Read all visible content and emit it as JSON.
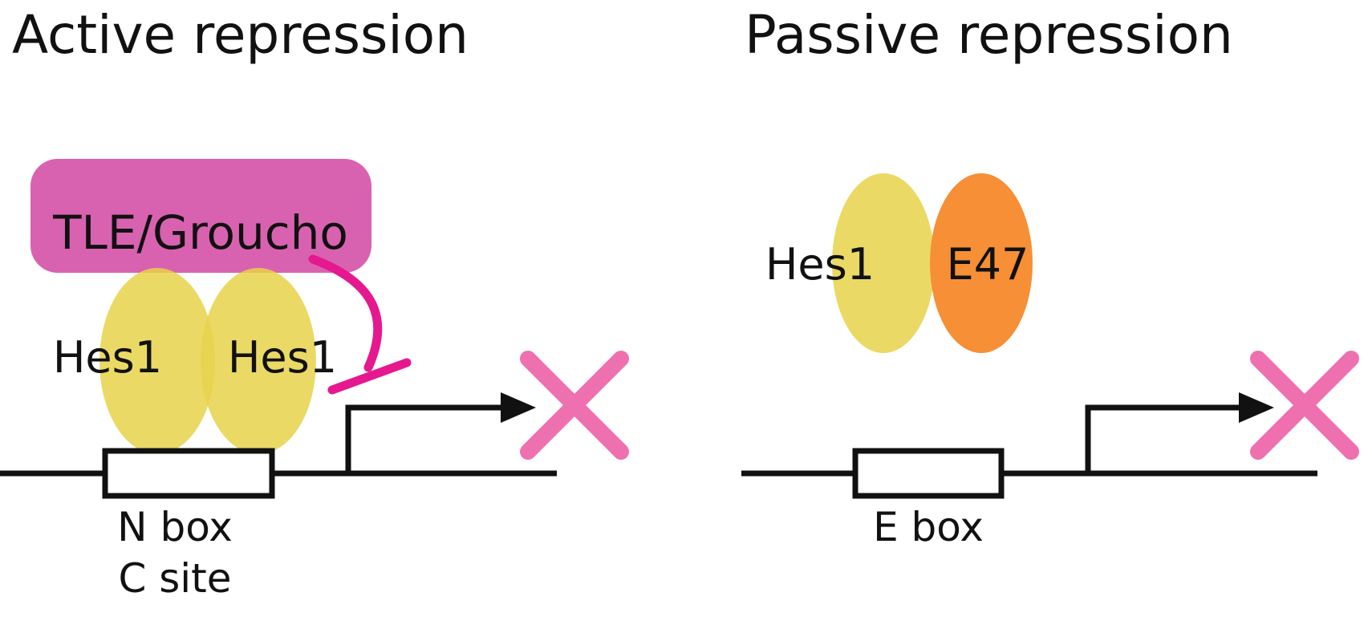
{
  "figure": {
    "left_panel": {
      "title": "Active repression",
      "corepressor_label": "TLE/Groucho",
      "protein_left_label": "Hes1",
      "protein_right_label": "Hes1",
      "binding_site_line1": "N box",
      "binding_site_line2": "C site"
    },
    "right_panel": {
      "title": "Passive repression",
      "protein_left_label": "Hes1",
      "protein_right_label": "E47",
      "binding_site_line1": "E box"
    }
  },
  "colors": {
    "corepressor_fill": "#d962b0",
    "hes1_fill": "#e8d24a",
    "e47_fill": "#f68f35",
    "inhibition_stroke": "#e5188f",
    "cross_stroke": "#ef70ae",
    "dna_stroke": "#111111",
    "background": "#ffffff"
  }
}
